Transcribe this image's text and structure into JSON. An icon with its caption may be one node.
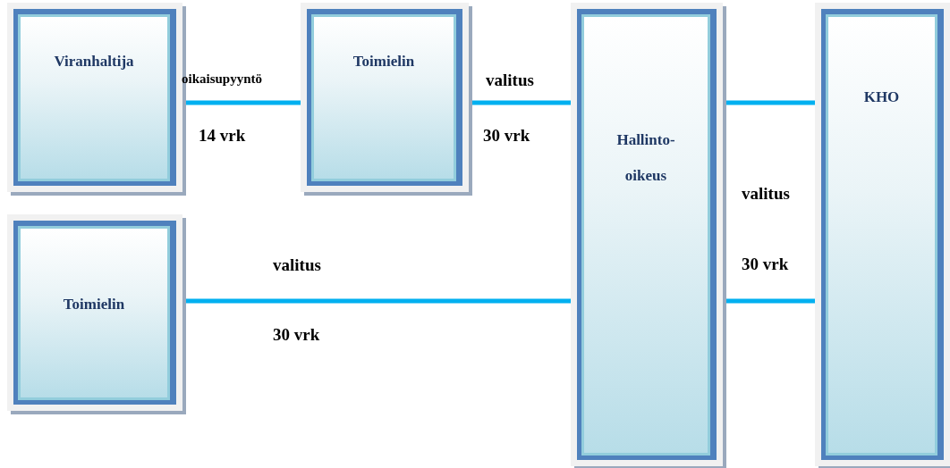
{
  "diagram": {
    "nodes": [
      {
        "text": [
          "Viranhaltija"
        ]
      },
      {
        "text": [
          "Toimielin"
        ]
      },
      {
        "text": [
          "Hallinto- oikeus"
        ]
      },
      {
        "text": [
          "KHO"
        ]
      },
      {
        "text": [
          "Toimielin"
        ]
      }
    ],
    "edges": [
      {
        "from": 0,
        "to": 1,
        "arrow": "none",
        "label": "oikaisupyyntö"
      },
      {
        "from": 1,
        "to": 2,
        "arrow": "none",
        "label": "valitus"
      },
      {
        "from": 4,
        "to": 2,
        "arrow": "none",
        "label": "valitus"
      },
      {
        "from": 2,
        "to": 3,
        "arrow": "none"
      },
      {
        "from": 2,
        "to": 3,
        "arrow": "none"
      }
    ],
    "labels": [
      "14 vrk",
      "30 vrk",
      "valitus",
      "30 vrk",
      "30 vrk"
    ]
  }
}
